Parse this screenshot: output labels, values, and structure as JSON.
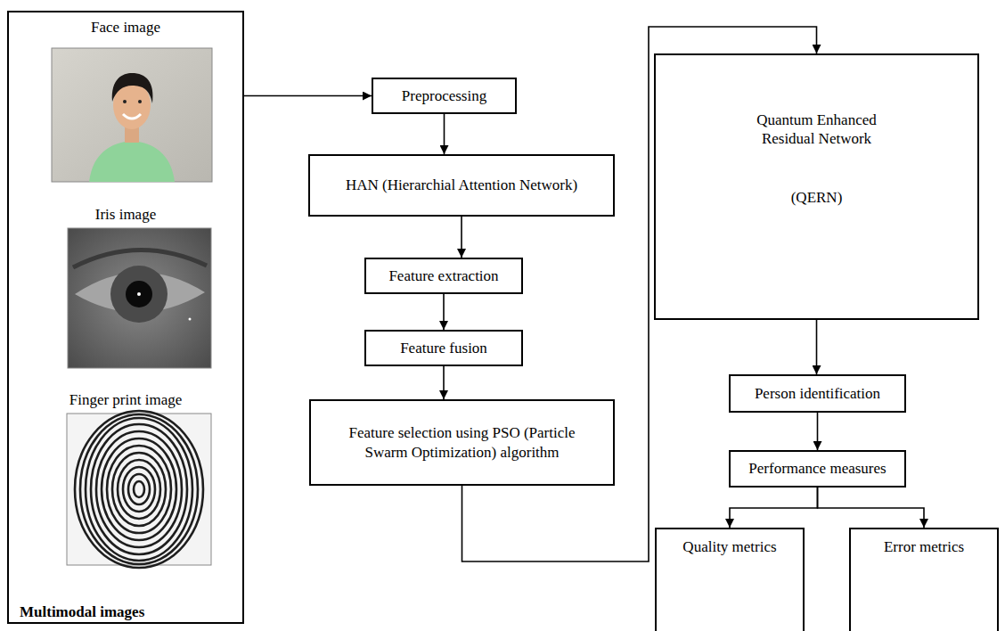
{
  "diagram": {
    "nodes": [
      {
        "text": [
          "Face image",
          "Iris image",
          "Finger print image",
          "Multimodal images"
        ]
      },
      {
        "text": [
          "Preprocessing"
        ]
      },
      {
        "text": [
          "HAN (Hierarchial Attention Network)"
        ]
      },
      {
        "text": [
          "Feature extraction"
        ]
      },
      {
        "text": [
          "Feature fusion"
        ]
      },
      {
        "text": [
          "Feature selection using PSO (Particle Swarm Optimization) algorithm"
        ]
      },
      {
        "text": [
          "Quantum Enhanced Residual Network",
          "(QERN)"
        ]
      },
      {
        "text": [
          "Person identification"
        ]
      },
      {
        "text": [
          "Performance measures"
        ]
      },
      {
        "text": [
          "Quality metrics"
        ]
      },
      {
        "text": [
          "Error metrics"
        ]
      }
    ],
    "edges": [
      {
        "from": 0,
        "to": 1,
        "arrow": "to"
      },
      {
        "from": 1,
        "to": 2,
        "arrow": "to"
      },
      {
        "from": 2,
        "to": 3,
        "arrow": "to"
      },
      {
        "from": 3,
        "to": 4,
        "arrow": "to"
      },
      {
        "from": 4,
        "to": 5,
        "arrow": "to"
      },
      {
        "from": 5,
        "to": 6,
        "arrow": "to"
      },
      {
        "from": 6,
        "to": 7,
        "arrow": "to"
      },
      {
        "from": 7,
        "to": 8,
        "arrow": "to"
      },
      {
        "from": 8,
        "to": 9,
        "arrow": "to"
      },
      {
        "from": 8,
        "to": 10,
        "arrow": "to"
      }
    ]
  }
}
